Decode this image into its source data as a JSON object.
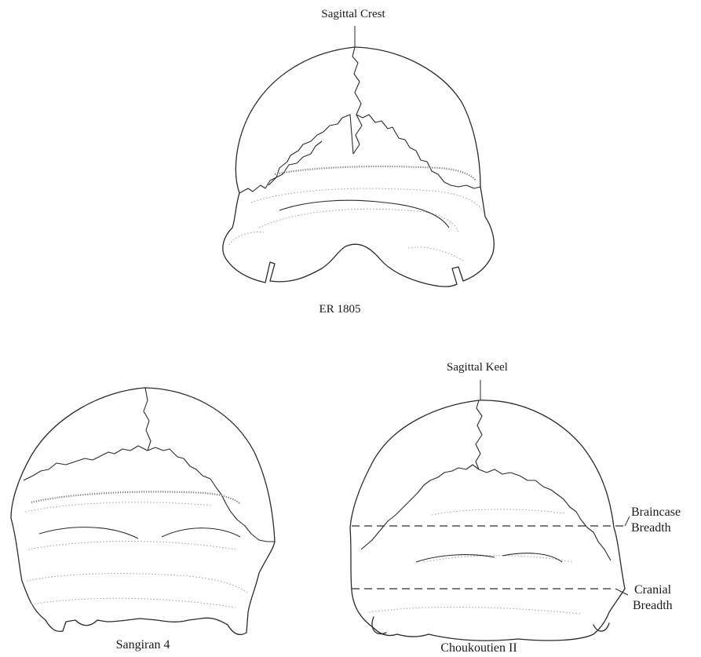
{
  "labels": {
    "sagittal_crest": "Sagittal Crest",
    "er1805": "ER 1805",
    "sagittal_keel": "Sagittal Keel",
    "braincase_1": "Braincase",
    "braincase_2": "Breadth",
    "cranial_1": "Cranial",
    "cranial_2": "Breadth",
    "sangiran": "Sangiran 4",
    "choukoutien": "Choukoutien II"
  },
  "colors": {
    "ink": "#2a2a2a",
    "shading": "#9a9a9a"
  }
}
